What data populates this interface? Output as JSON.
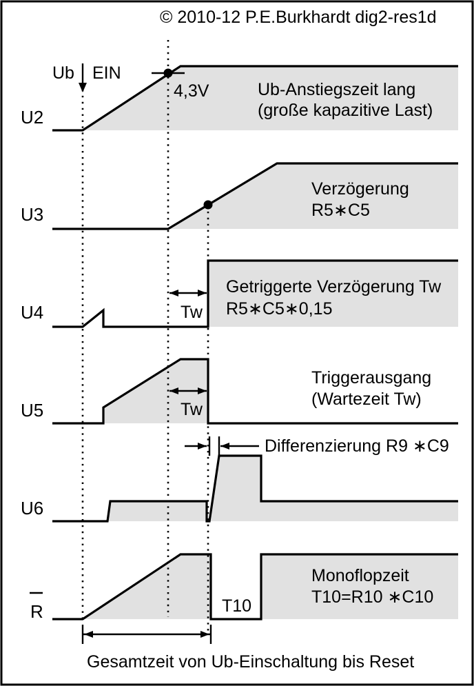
{
  "copyright": "© 2010-12 P.E.Burkhardt dig2-res1d",
  "markers": {
    "ub": "Ub",
    "ein": "EIN",
    "threshold": "4,3V",
    "tw": "Tw",
    "t10": "T10"
  },
  "signals": [
    {
      "name": "U2",
      "label_lines": [
        "Ub-Anstiegszeit lang",
        "(große kapazitive Last)"
      ]
    },
    {
      "name": "U3",
      "label_lines": [
        "Verzögerung",
        "R5∗C5"
      ]
    },
    {
      "name": "U4",
      "label_lines": [
        "Getriggerte Verzögerung Tw",
        "R5∗C5∗0,15"
      ]
    },
    {
      "name": "U5",
      "label_lines": [
        "Triggerausgang",
        "(Wartezeit Tw)"
      ]
    },
    {
      "name": "U6",
      "label_lines": [
        "Differenzierung R9 ∗C9"
      ]
    },
    {
      "name": "R",
      "overline": true,
      "label_lines": [
        "Monoflopzeit",
        "T10=R10 ∗C10"
      ]
    }
  ],
  "footer": "Gesamtzeit von Ub-Einschaltung bis Reset",
  "colors": {
    "background": "#ffffff",
    "border": "#000000",
    "shade": "#e1e1e1",
    "line": "#000000"
  }
}
